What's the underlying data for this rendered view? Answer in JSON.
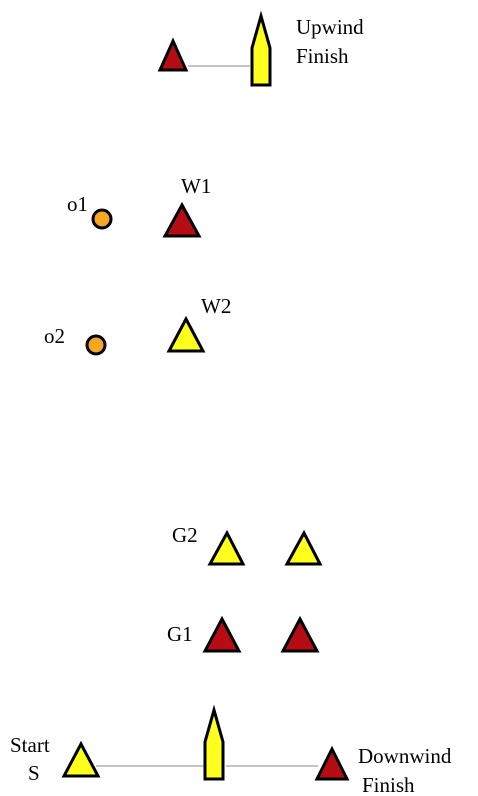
{
  "colors": {
    "red_mark": "#b50d13",
    "yellow_mark": "#ffff1e",
    "offset_mark": "#f5a623",
    "outline": "#000000",
    "line": "#8a8a8a"
  },
  "labels": {
    "upwind_finish_1": "Upwind",
    "upwind_finish_2": "Finish",
    "w1": "W1",
    "w2": "W2",
    "o1": "o1",
    "o2": "o2",
    "g2": "G2",
    "g1": "G1",
    "start_1": "Start",
    "start_2": "S",
    "downwind_finish_1": "Downwind",
    "downwind_finish_2": "Finish"
  },
  "marks": [
    {
      "id": "upwind-finish-pin",
      "shape": "triangle",
      "color": "red_mark"
    },
    {
      "id": "upwind-finish-boat",
      "shape": "committee-boat",
      "color": "yellow_mark"
    },
    {
      "id": "w1",
      "shape": "triangle",
      "color": "red_mark"
    },
    {
      "id": "o1",
      "shape": "circle",
      "color": "offset_mark"
    },
    {
      "id": "w2",
      "shape": "triangle",
      "color": "yellow_mark"
    },
    {
      "id": "o2",
      "shape": "circle",
      "color": "offset_mark"
    },
    {
      "id": "g2-left",
      "shape": "triangle",
      "color": "yellow_mark"
    },
    {
      "id": "g2-right",
      "shape": "triangle",
      "color": "yellow_mark"
    },
    {
      "id": "g1-left",
      "shape": "triangle",
      "color": "red_mark"
    },
    {
      "id": "g1-right",
      "shape": "triangle",
      "color": "red_mark"
    },
    {
      "id": "start-pin",
      "shape": "triangle",
      "color": "yellow_mark"
    },
    {
      "id": "start-boat",
      "shape": "committee-boat",
      "color": "yellow_mark"
    },
    {
      "id": "downwind-finish-pin",
      "shape": "triangle",
      "color": "red_mark"
    }
  ]
}
